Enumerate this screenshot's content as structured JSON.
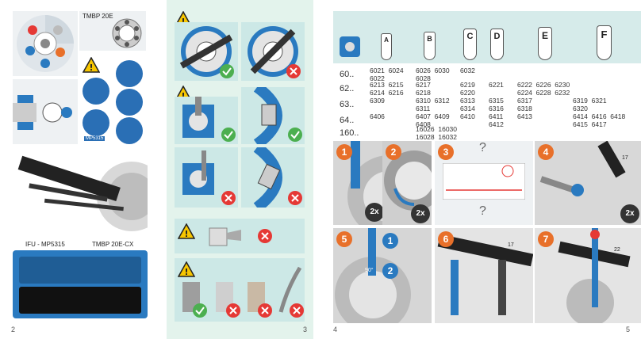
{
  "pages": {
    "p2": "2",
    "p3": "3",
    "p4": "4",
    "p5": "5"
  },
  "labels": {
    "tmbp_top": "TMBP 20E",
    "mp5315_badge": "MP5315",
    "ifu": "IFU - MP5315",
    "tmbp_case": "TMBP 20E-CX",
    "qmark": "?",
    "times_2x": "2x",
    "angle": "90°",
    "num_1": "1",
    "num_2": "2",
    "num_17": "17",
    "num_22": "22"
  },
  "table": {
    "columns": [
      "A",
      "B",
      "C",
      "D",
      "E",
      "F"
    ],
    "rows": [
      {
        "label": "60..",
        "A": "6021  6024\n6022",
        "B": "6026  6030\n6028",
        "C": "6032",
        "D": "",
        "E": "",
        "F": ""
      },
      {
        "label": "62..",
        "A": "6213  6215\n6214  6216",
        "B": "6217\n6218",
        "C": "6219\n6220",
        "D": "6221",
        "E": "6222  6226  6230\n6224  6228  6232",
        "F": ""
      },
      {
        "label": "63..",
        "A": "6309",
        "B": "6310  6312\n6311",
        "C": "6313\n6314",
        "D": "6315\n6316",
        "E": "6317\n6318",
        "F": "6319  6321\n6320"
      },
      {
        "label": "64..",
        "A": "6406",
        "B": "6407  6409\n6408",
        "C": "6410",
        "D": "6411\n6412",
        "E": "6413",
        "F": "6414  6416  6418\n6415  6417"
      },
      {
        "label": "160..",
        "A": "",
        "B": "16026  16030\n16028  16032",
        "C": "",
        "D": "",
        "E": "",
        "F": ""
      }
    ]
  },
  "steps": [
    "1",
    "2",
    "3",
    "4",
    "5",
    "6",
    "7"
  ],
  "colors": {
    "accent": "#e8702a",
    "blue": "#2a7ac0",
    "green": "#4caf50",
    "red": "#e53935",
    "mint": "#e3f3ec",
    "teal": "#cce8e6"
  }
}
